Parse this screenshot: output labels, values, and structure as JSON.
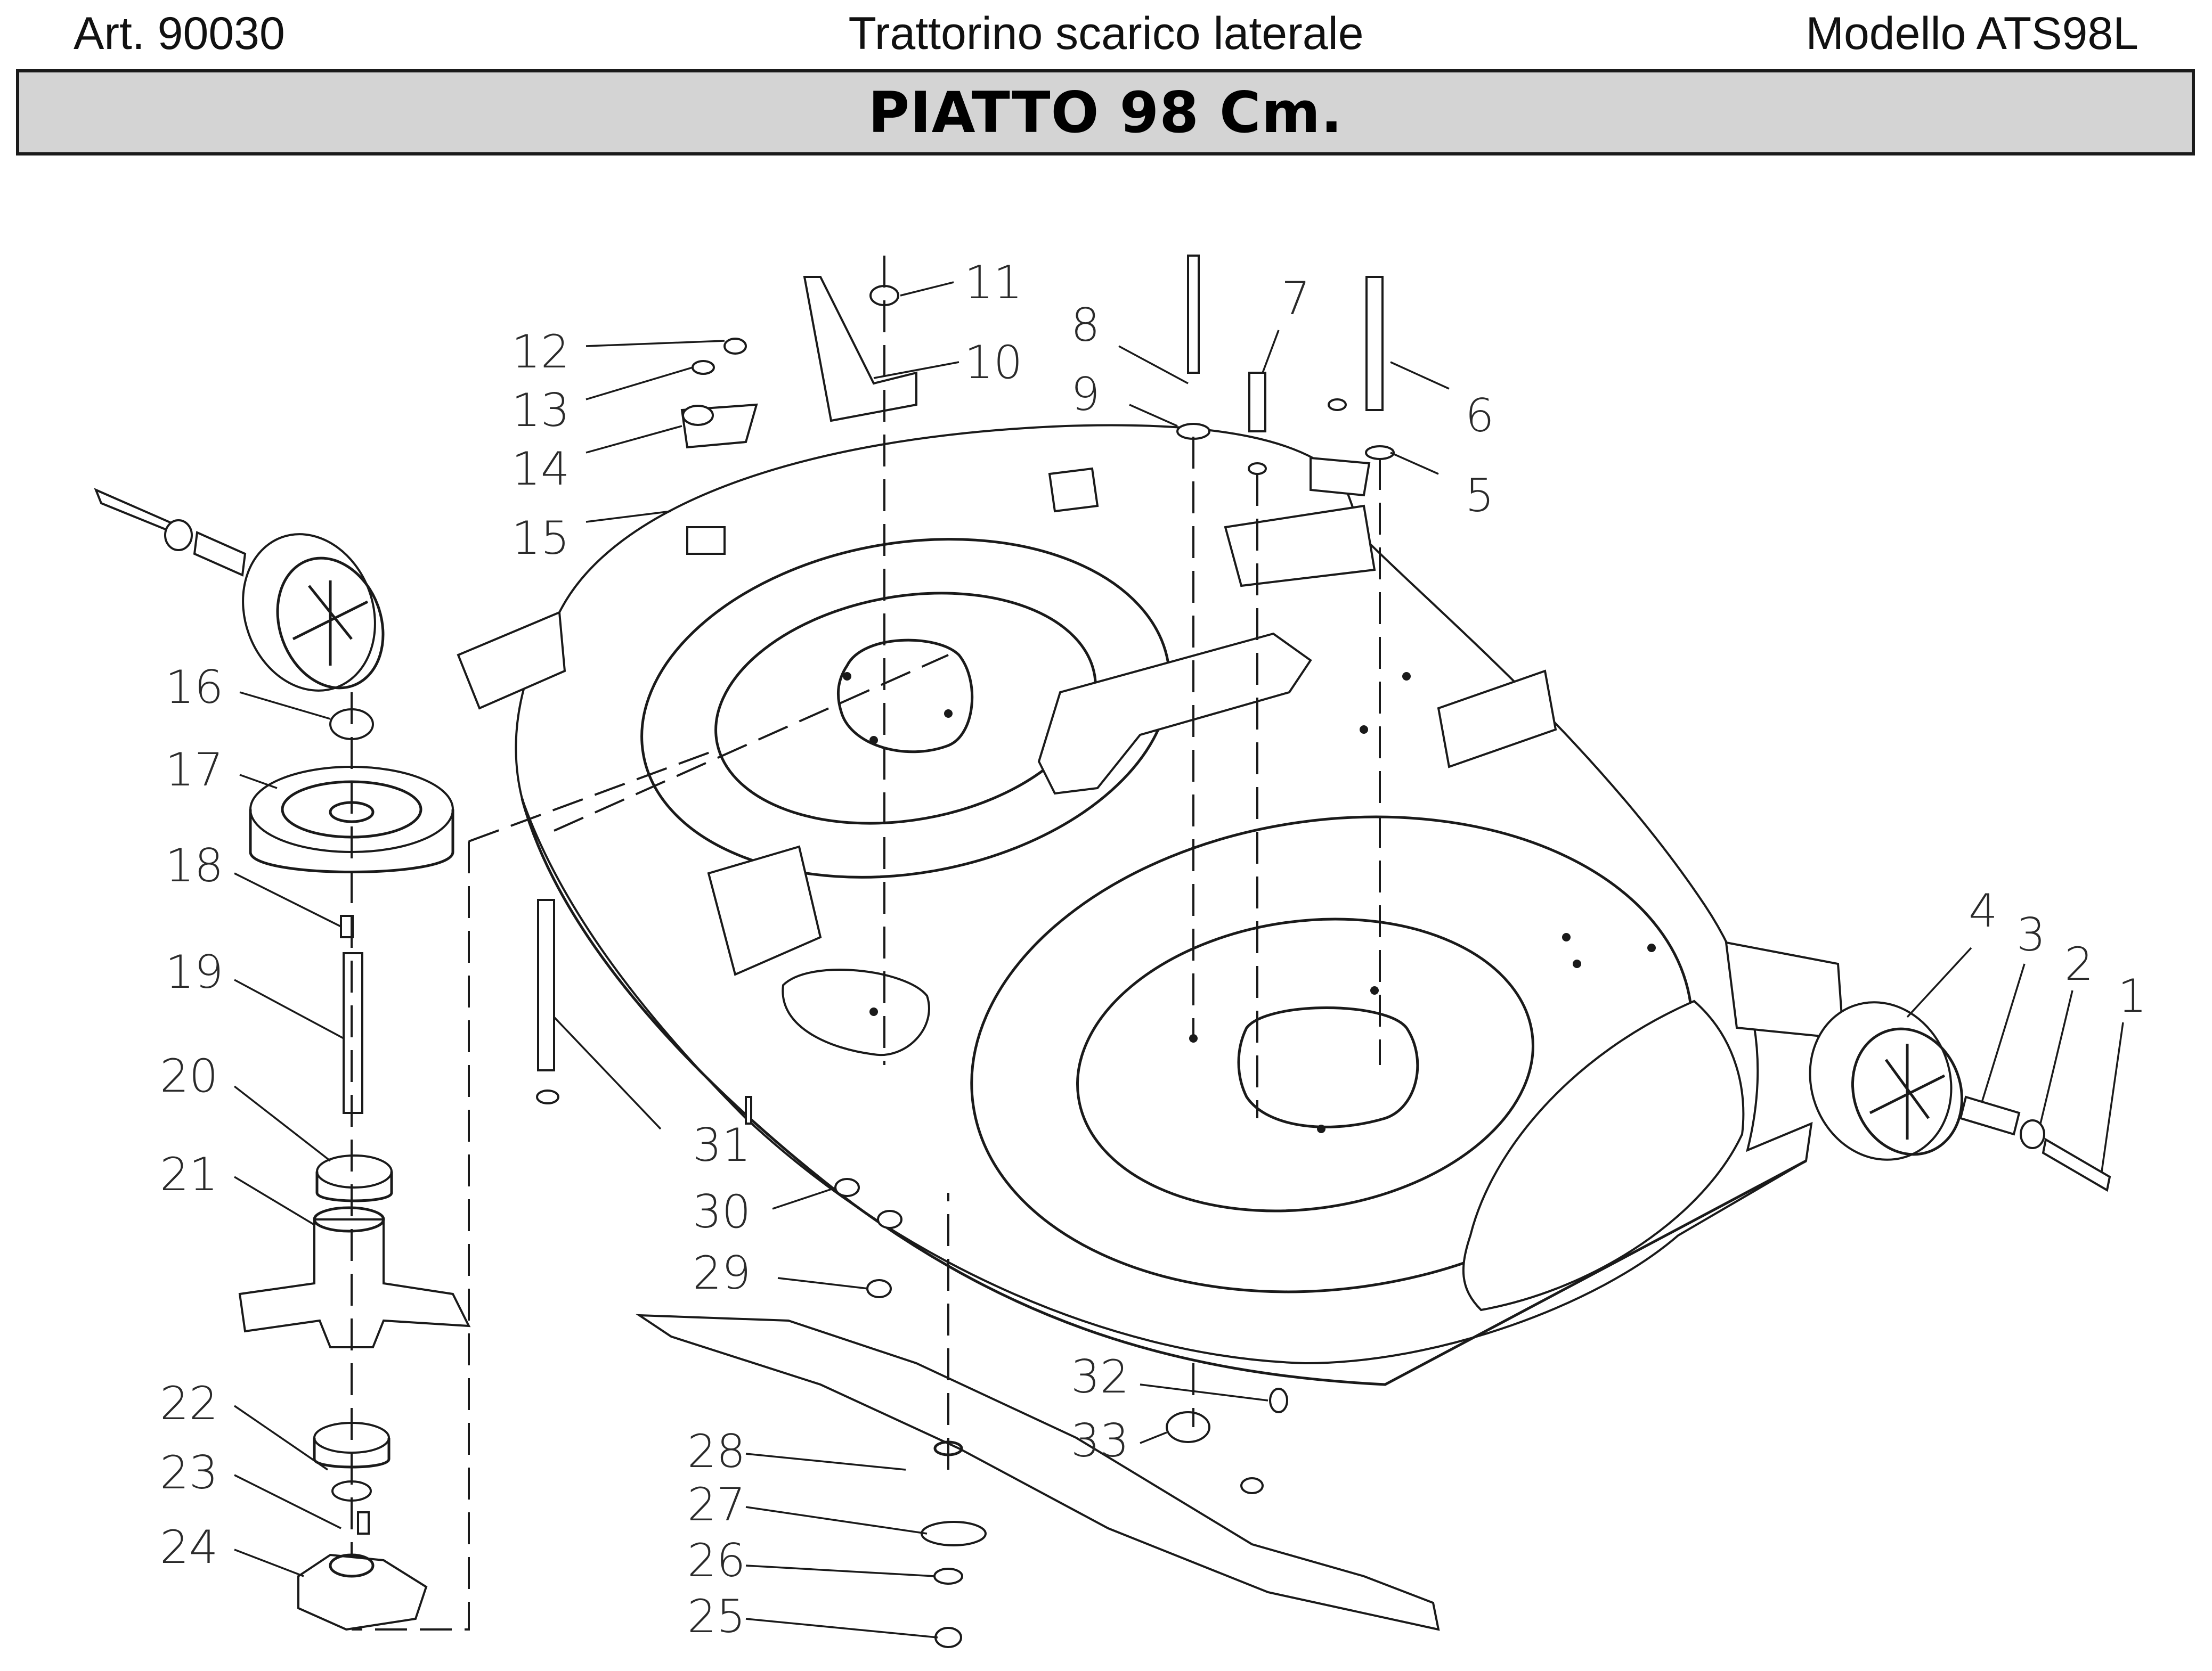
{
  "header": {
    "article": "Art. 90030",
    "subtitle": "Trattorino scarico laterale",
    "model": "Modello ATS98L"
  },
  "title": "PIATTO 98 Cm.",
  "callouts": [
    "1",
    "2",
    "3",
    "4",
    "5",
    "6",
    "7",
    "8",
    "9",
    "10",
    "11",
    "12",
    "13",
    "14",
    "15",
    "16",
    "17",
    "18",
    "19",
    "20",
    "21",
    "22",
    "23",
    "24",
    "25",
    "26",
    "27",
    "28",
    "29",
    "30",
    "31",
    "32",
    "33"
  ]
}
